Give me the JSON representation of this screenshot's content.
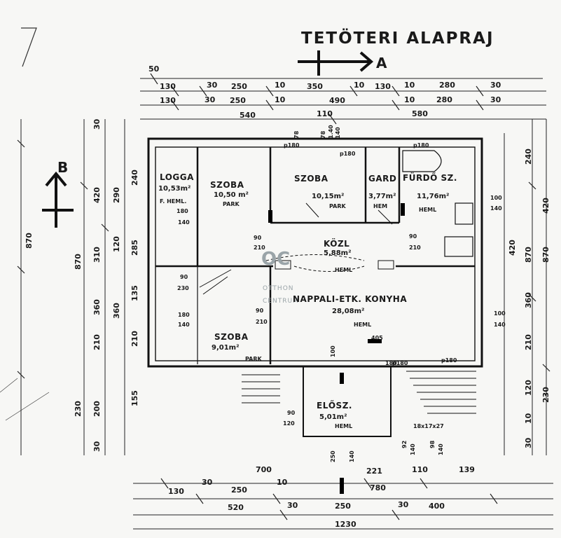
{
  "title": "TETÖTERI ALAPRAJ",
  "section_marks": {
    "a": "A",
    "b": "B"
  },
  "watermark": {
    "logo": "OC",
    "line1": "OTTHON",
    "line2": "CENTRUM"
  },
  "rooms": [
    {
      "key": "loggia",
      "name": "LOGGA",
      "area": "10,53m²",
      "material": "F. HEML."
    },
    {
      "key": "szoba1",
      "name": "SZOBA",
      "area": "10,50 m²",
      "material": "PARK"
    },
    {
      "key": "szoba2",
      "name": "SZOBA",
      "area": "10,15m²",
      "material": "PARK"
    },
    {
      "key": "gard",
      "name": "GARD",
      "area": "3,77m²",
      "material": "HEM"
    },
    {
      "key": "furdo",
      "name": "FÜRDŐ SZ.",
      "area": "11,76m²",
      "material": "HEML"
    },
    {
      "key": "kozl",
      "name": "KÖZL",
      "area": "5,88m²",
      "material": "HEML"
    },
    {
      "key": "nappali",
      "name": "NAPPALI-ETK. KONYHA",
      "area": "28,08m²",
      "material": "HEML"
    },
    {
      "key": "szoba3",
      "name": "SZOBA",
      "area": "9,01m²",
      "material": "PARK"
    },
    {
      "key": "eloszoba",
      "name": "ELŐSZ.",
      "area": "5,01m²",
      "material": "HEML"
    }
  ],
  "dimensions": {
    "top_row1": [
      "50"
    ],
    "top_row2": [
      "130",
      "30",
      "250",
      "10",
      "350",
      "10",
      "130",
      "10",
      "280",
      "30"
    ],
    "top_row3": [
      "130",
      "30",
      "250",
      "10",
      "490",
      "10",
      "280",
      "30"
    ],
    "top_totals": [
      "540",
      "110",
      "580"
    ],
    "bottom_row1": [
      "700",
      "221",
      "110",
      "139"
    ],
    "bottom_row2": [
      "130",
      "30",
      "250",
      "10",
      "780"
    ],
    "bottom_row3": [
      "520",
      "30",
      "250",
      "30",
      "400"
    ],
    "bottom_total": [
      "1230"
    ],
    "left_vertical": [
      "30",
      "420",
      "290",
      "240",
      "870",
      "870",
      "310",
      "120",
      "285",
      "360",
      "360",
      "135",
      "210",
      "210",
      "230",
      "200",
      "155",
      "30"
    ],
    "right_vertical": [
      "240",
      "420",
      "870",
      "420",
      "870",
      "360",
      "210",
      "230",
      "120",
      "10",
      "30"
    ],
    "openings": [
      "180",
      "140",
      "90",
      "210",
      "90",
      "210",
      "90",
      "230",
      "180",
      "140",
      "90",
      "210",
      "100",
      "140",
      "100",
      "140",
      "405",
      "180",
      "90",
      "120",
      "100",
      "250",
      "140",
      "92",
      "140",
      "98",
      "140"
    ],
    "hatch_labels": [
      "p180",
      "p180",
      "p180",
      "p180",
      "p180",
      "140",
      "1.40",
      "78",
      "78"
    ],
    "stair": "18x17x27"
  }
}
